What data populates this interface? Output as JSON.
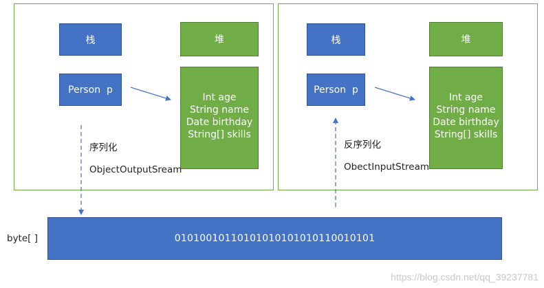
{
  "colors": {
    "panel_border": "#70ad47",
    "blue_box": "#4472c4",
    "green_box": "#70ad47",
    "arrow": "#4472c4"
  },
  "left": {
    "stack_label": "栈",
    "heap_label": "堆",
    "person_label": "Person  p",
    "fields": [
      "Int age",
      "String name",
      "Date birthday",
      "String[] skills"
    ],
    "process_label": "序列化",
    "stream_label": "ObjectOutputSream"
  },
  "right": {
    "stack_label": "栈",
    "heap_label": "堆",
    "person_label": "Person  p",
    "fields": [
      "Int age",
      "String name",
      "Date birthday",
      "String[] skills"
    ],
    "process_label": "反序列化",
    "stream_label": "ObectInputStream"
  },
  "bytes": {
    "label": "byte[ ]",
    "value": "01010010110101010101010110010101"
  },
  "watermark": "https://blog.csdn.net/qq_39237781"
}
